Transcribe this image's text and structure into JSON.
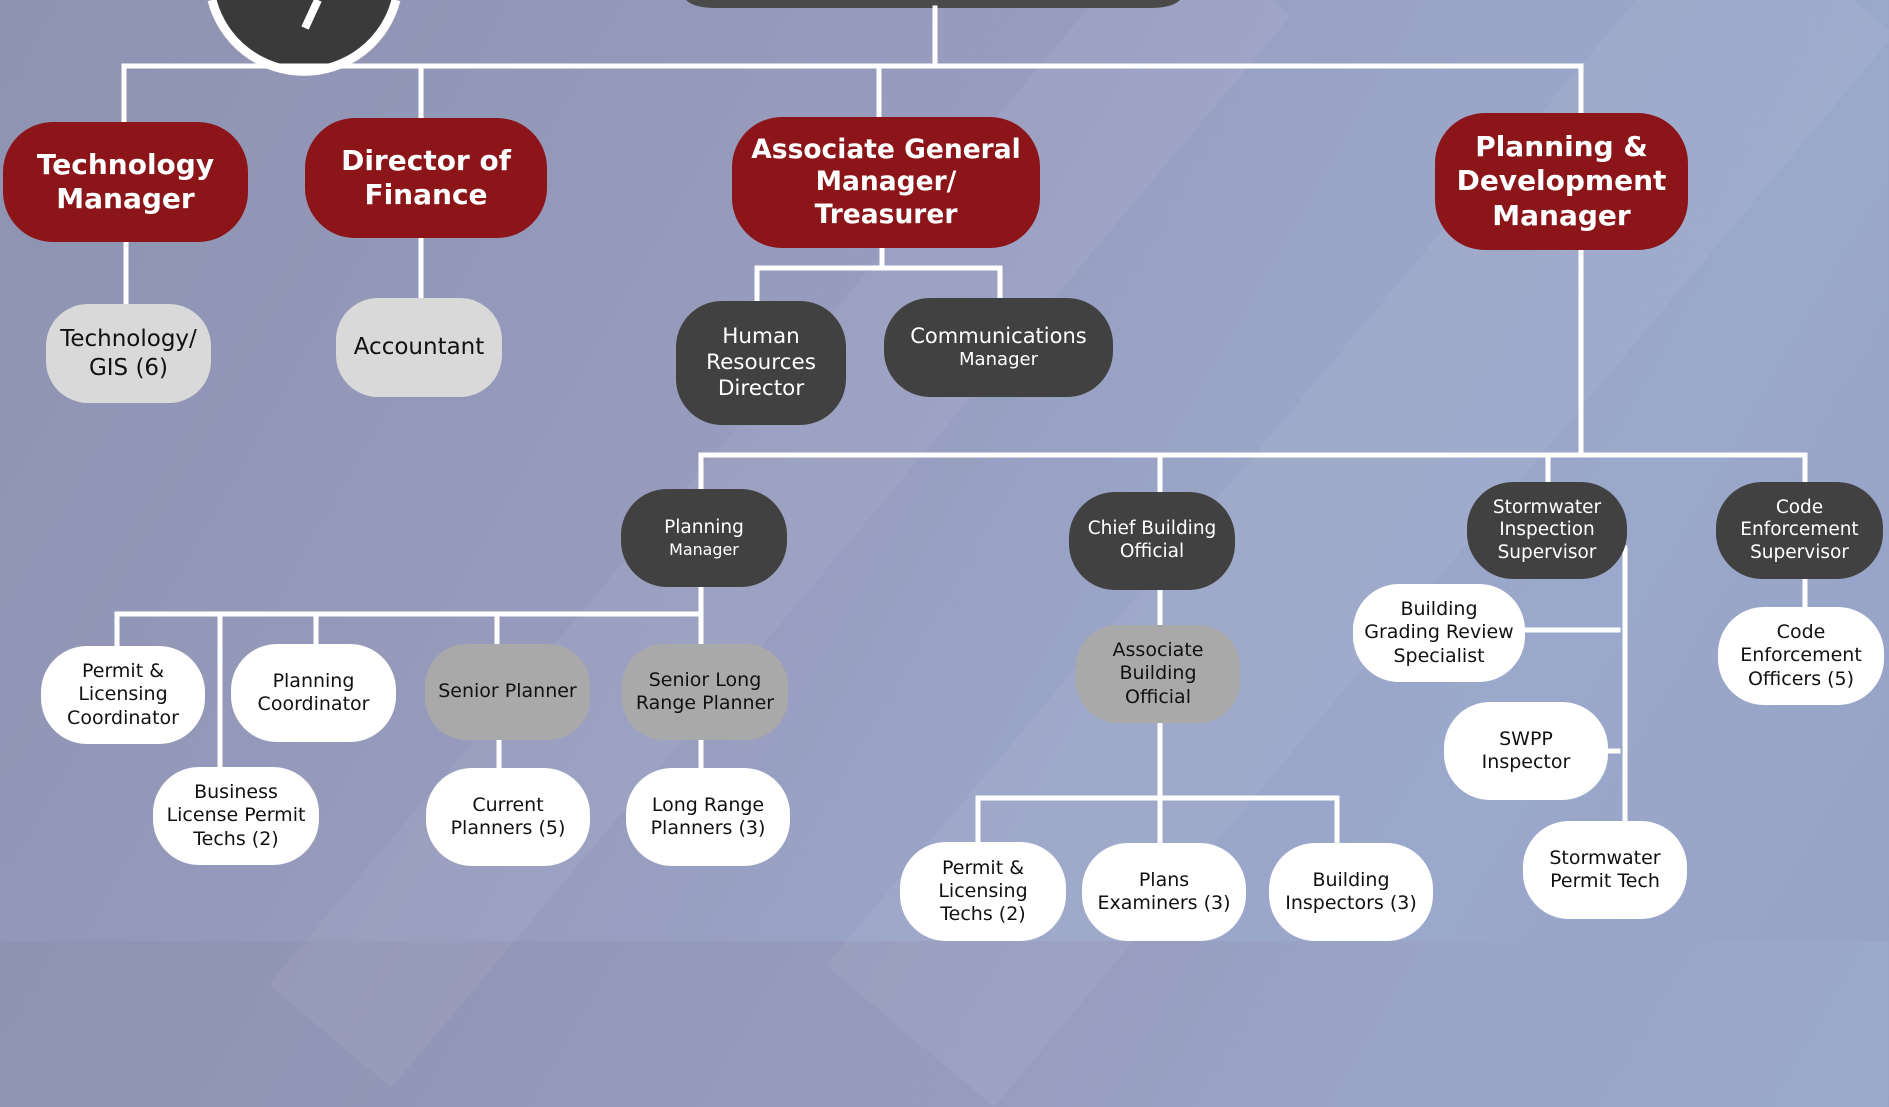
{
  "nodes": {
    "tech_manager": "Technology Manager",
    "finance_director": "Director of Finance",
    "agm_treasurer": "Associate General Manager/ Treasurer",
    "pd_manager": "Planning & Development Manager",
    "tech_gis": "Technology/ GIS (6)",
    "accountant": "Accountant",
    "hr_director": "Human Resources Director",
    "comms_title": "Communications",
    "comms_sub": "Manager",
    "planning_title": "Planning",
    "planning_sub": "Manager",
    "chief_building": "Chief Building Official",
    "stormwater_supervisor": "Stormwater Inspection Supervisor",
    "code_supervisor": "Code Enforcement Supervisor",
    "permit_coord": "Permit & Licensing Coordinator",
    "planning_coord": "Planning Coordinator",
    "senior_planner": "Senior Planner",
    "senior_long_range": "Senior Long Range Planner",
    "business_license": "Business License Permit Techs (2)",
    "current_planners": "Current Planners (5)",
    "long_range_planners": "Long Range Planners (3)",
    "assoc_building": "Associate Building Official",
    "permit_techs": "Permit & Licensing Techs (2)",
    "plans_examiners": "Plans Examiners (3)",
    "building_inspectors": "Building Inspectors (3)",
    "grading_specialist": "Building Grading Review Specialist",
    "swpp_inspector": "SWPP Inspector",
    "stormwater_tech": "Stormwater Permit Tech",
    "code_officers": "Code Enforcement Officers (5)"
  },
  "colors": {
    "manager": "#8b1519",
    "supervisor": "#414141",
    "senior": "#a9a9a9",
    "staff_light": "#d9d9d9",
    "staff": "#ffffff",
    "connector": "#ffffff",
    "background": "#979bbd"
  }
}
